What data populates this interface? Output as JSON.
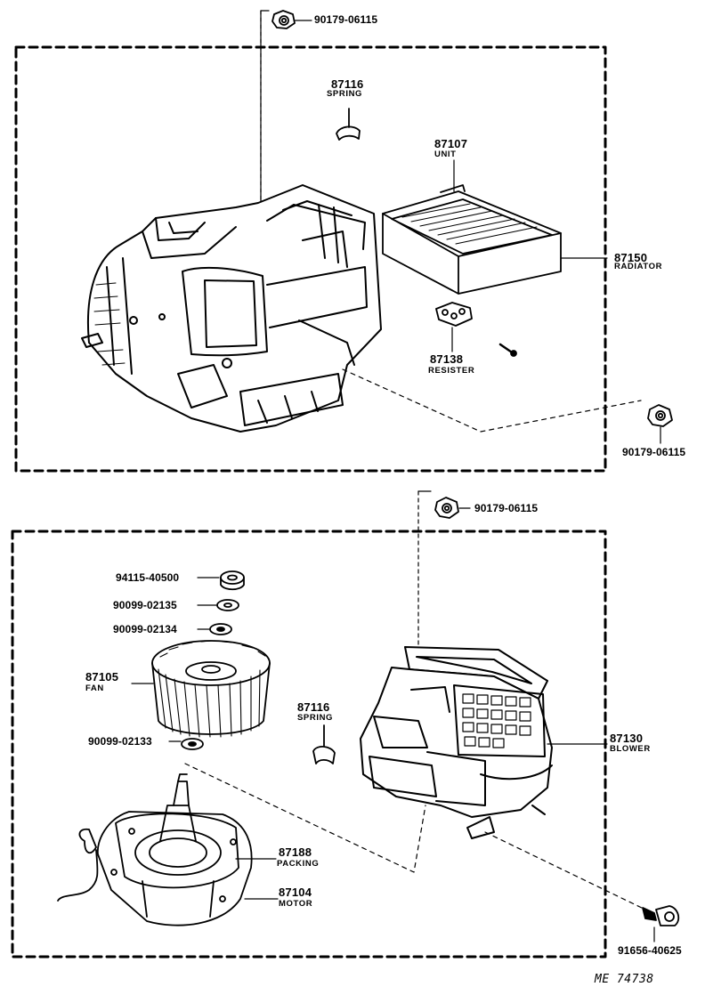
{
  "diagram": {
    "reference_code": "ME 74738",
    "upper_assembly": {
      "top_nut": "90179-06115",
      "spring": {
        "number": "87116",
        "name": "SPRING"
      },
      "unit": {
        "number": "87107",
        "name": "UNIT"
      },
      "radiator": {
        "number": "87150",
        "name": "RADIATOR"
      },
      "resister": {
        "number": "87138",
        "name": "RESISTER"
      },
      "right_nut": "90179-06115"
    },
    "lower_assembly": {
      "top_nut": "90179-06115",
      "nut": "94115-40500",
      "washer_1": "90099-02135",
      "washer_2": "90099-02134",
      "fan": {
        "number": "87105",
        "name": "FAN"
      },
      "washer_3": "90099-02133",
      "spring": {
        "number": "87116",
        "name": "SPRING"
      },
      "blower": {
        "number": "87130",
        "name": "BLOWER"
      },
      "packing": {
        "number": "87188",
        "name": "PACKING"
      },
      "motor": {
        "number": "87104",
        "name": "MOTOR"
      },
      "screw": "91656-40625"
    }
  }
}
